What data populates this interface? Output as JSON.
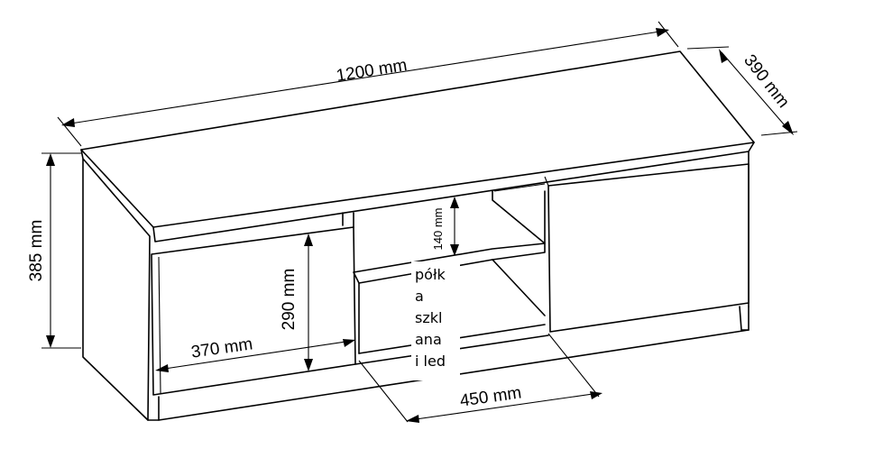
{
  "dimensions": {
    "width": "1200 mm",
    "depth": "390 mm",
    "height": "385 mm",
    "door_width": "370 mm",
    "door_height": "290 mm",
    "shelf_gap": "140 mm",
    "shelf_depth": "450 mm"
  },
  "shelf_note": {
    "lines": [
      "półk",
      "a",
      "szkl",
      "ana",
      "i led"
    ]
  }
}
